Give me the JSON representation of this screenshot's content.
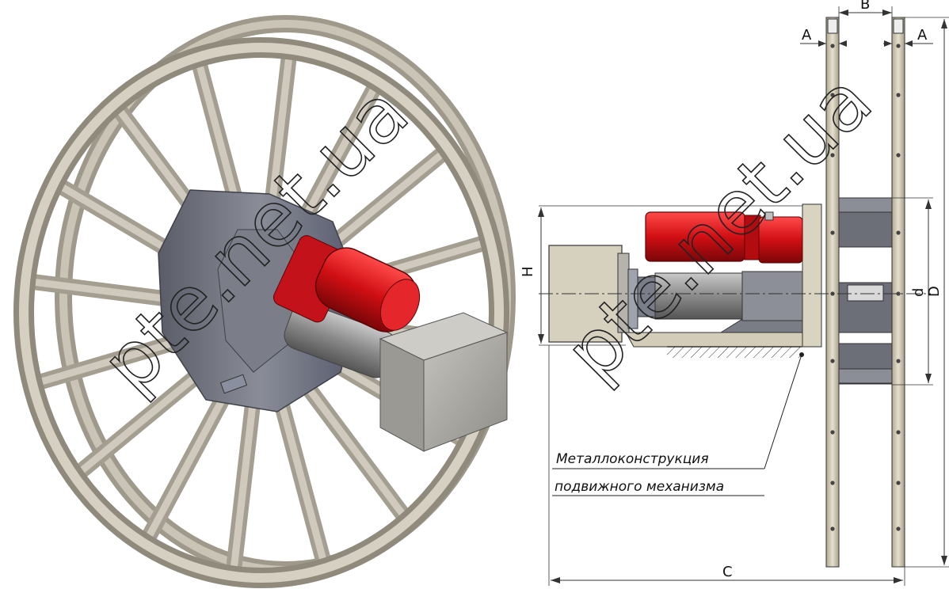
{
  "dimensions": {
    "A_left": "A",
    "A_right": "A",
    "B": "B",
    "H": "H",
    "d": "d",
    "D": "D",
    "C": "C"
  },
  "caption": {
    "line1": "Металлоконструкция",
    "line2": "подвижного механизма"
  },
  "watermark": {
    "left": "pte.net.ua",
    "right": "pte.net.ua"
  },
  "colors": {
    "frame": "#b8b3a4",
    "motor": "#d4141a",
    "hub": "#6e717c",
    "box": "#a9a8a2",
    "plate": "#cfc8b6"
  }
}
